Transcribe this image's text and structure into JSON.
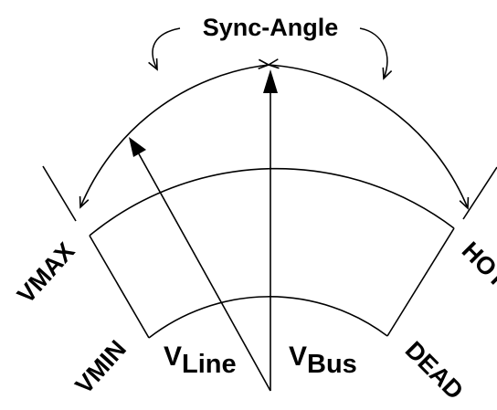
{
  "title": "Sync-Angle",
  "labels": {
    "vmax": "VMAX",
    "vmin": "VMIN",
    "hot": "HOT",
    "dead": "DEAD"
  },
  "vectors": {
    "line": {
      "main": "V",
      "sub": "Line"
    },
    "bus": {
      "main": "V",
      "sub": "Bus"
    }
  }
}
